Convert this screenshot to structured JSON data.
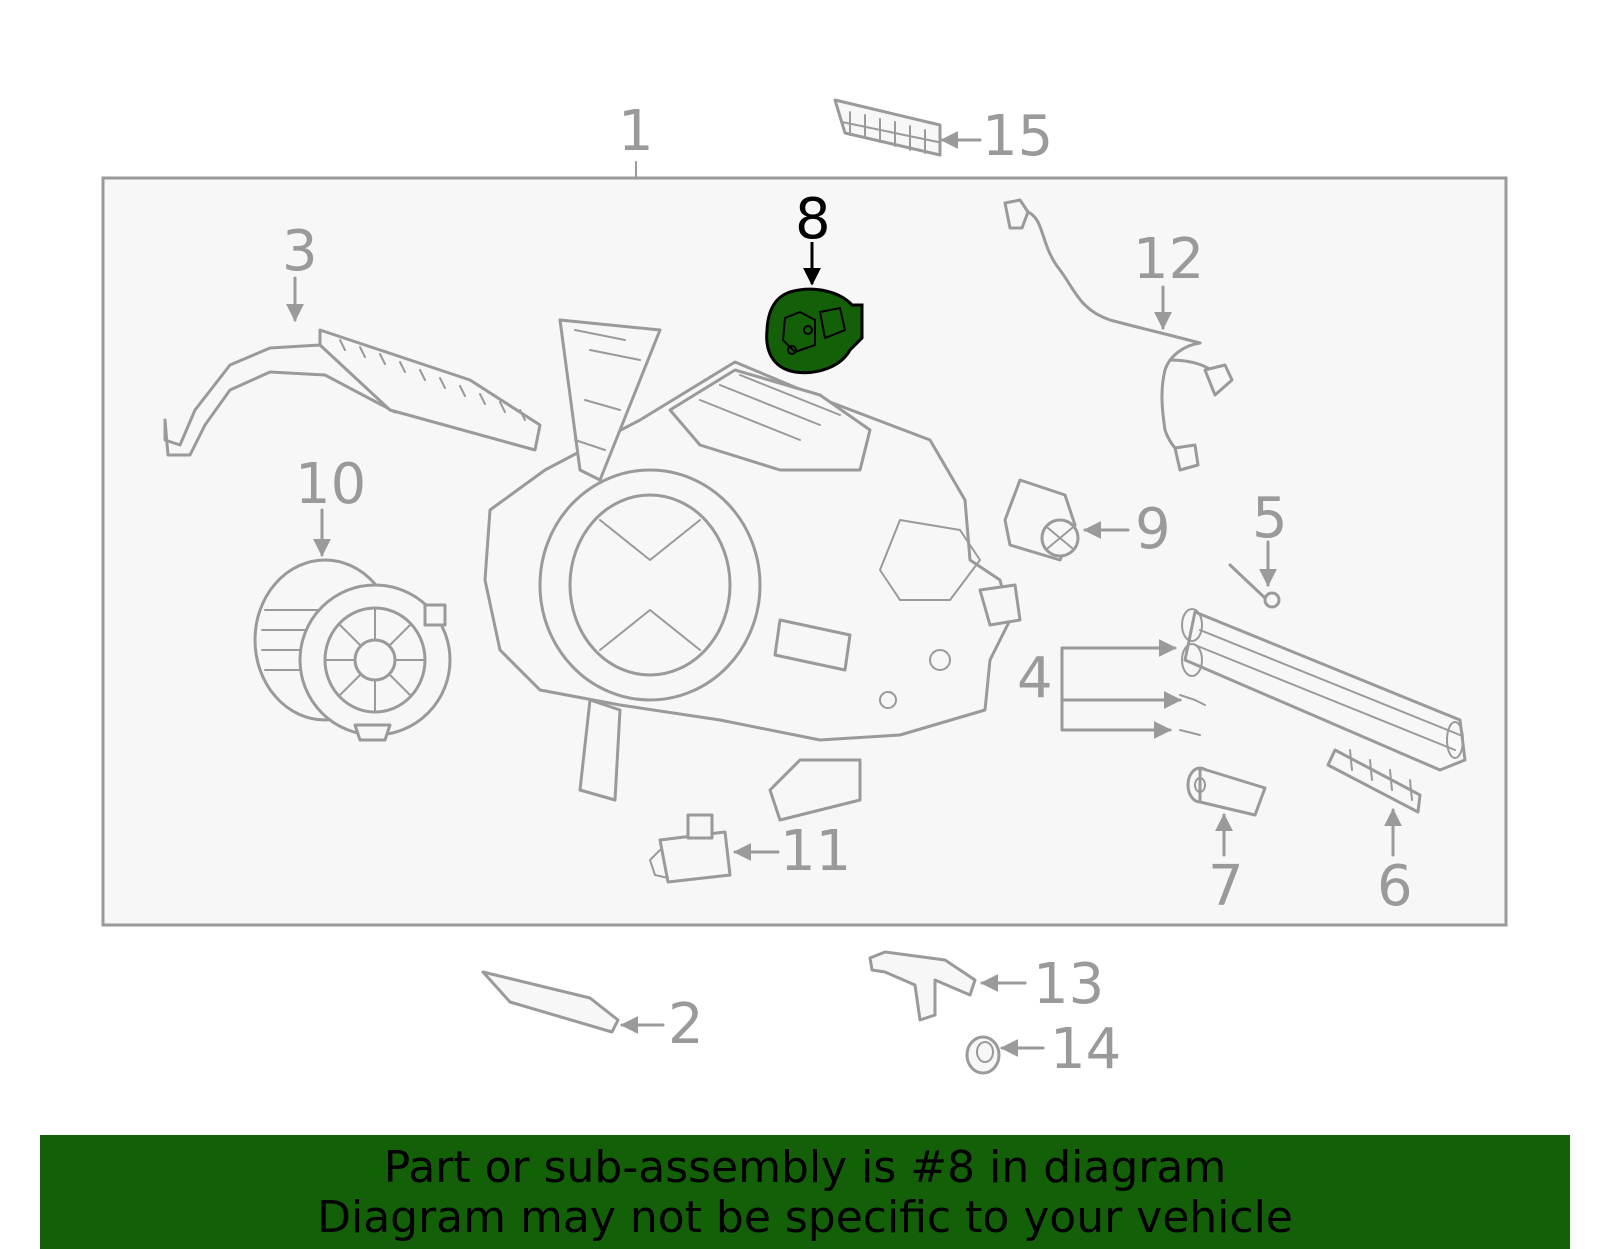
{
  "diagram": {
    "callouts": {
      "c1": "1",
      "c2": "2",
      "c3": "3",
      "c4": "4",
      "c5": "5",
      "c6": "6",
      "c7": "7",
      "c8": "8",
      "c9": "9",
      "c10": "10",
      "c11": "11",
      "c12": "12",
      "c13": "13",
      "c14": "14",
      "c15": "15"
    },
    "highlighted_part": "8",
    "colors": {
      "line": "#9a9a9a",
      "highlight_fill": "#136008",
      "banner_bg": "#136008",
      "panel_bg": "#f7f7f7"
    }
  },
  "banner": {
    "line1": "Part or sub-assembly is #8 in diagram",
    "line2": "Diagram may not be specific to your vehicle"
  }
}
